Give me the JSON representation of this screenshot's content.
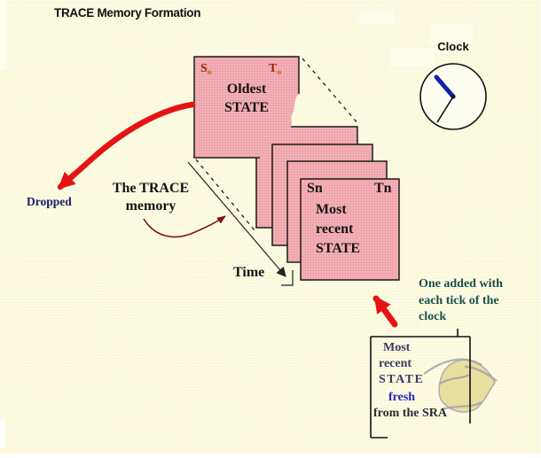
{
  "title": "TRACE Memory Formation",
  "clock": {
    "label": "Clock"
  },
  "oldest_card": {
    "s_label": "S",
    "s_sub": "o",
    "t_label": "T",
    "t_sub": "o",
    "line1": "Oldest",
    "line2": "STATE"
  },
  "stack_card": {
    "s_label": "Sn",
    "t_label": "Tn",
    "line1": "Most",
    "line2": "recent",
    "line3": "STATE"
  },
  "trace_memory": {
    "line1": "The TRACE",
    "line2": "memory"
  },
  "dropped_label": "Dropped",
  "time_label": "Time",
  "tick_note": {
    "line1": "One added with",
    "line2": "each tick of the",
    "line3": "clock"
  },
  "fresh_box": {
    "line1": "Most",
    "line2": "recent",
    "line3": "STATE",
    "line4": "fresh",
    "line5": "from the SRA"
  },
  "colors": {
    "background": "#FAF8D2",
    "card_pink": "#EFA2AA",
    "arrow_red": "#E41414",
    "pointer_maroon": "#7A1616",
    "note_teal": "#184F4F",
    "dropped_navy": "#1A1A6E",
    "fresh_blue": "#2222CC",
    "clock_hand_blue": "#1122AA",
    "blob_khaki": "#E6DF9E"
  }
}
